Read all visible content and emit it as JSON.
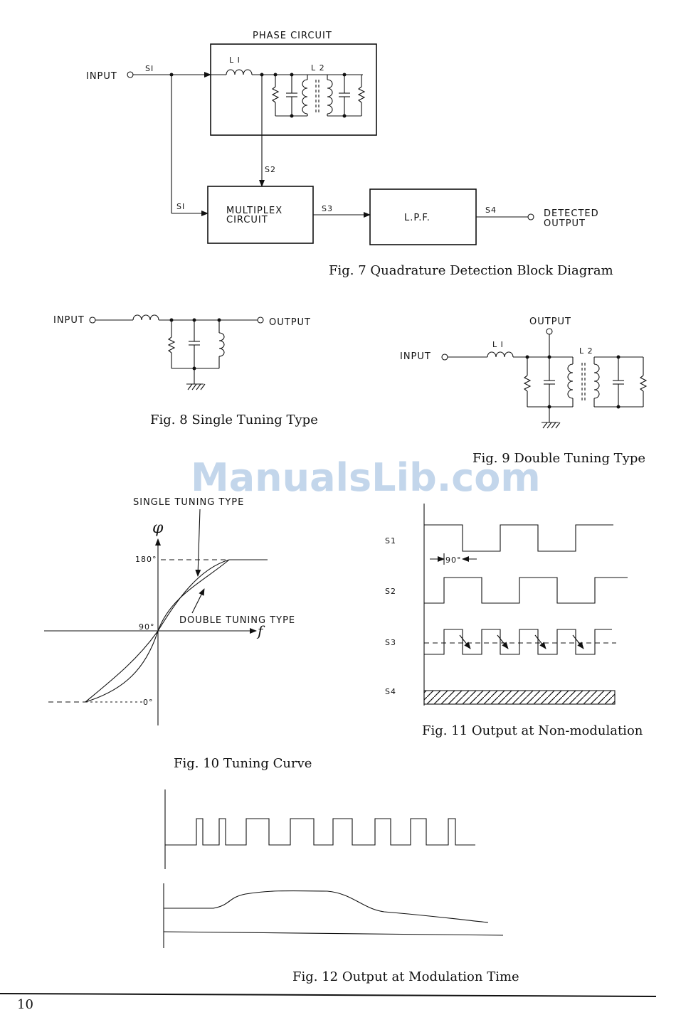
{
  "fig7": {
    "phase_circuit": "PHASE CIRCUIT",
    "l1": "L I",
    "l2": "L 2",
    "input": "INPUT",
    "s1_top": "SI",
    "s1_side": "SI",
    "s2": "S2",
    "s3": "S3",
    "s4": "S4",
    "multiplex_line1": "MULTIPLEX",
    "multiplex_line2": "CIRCUIT",
    "lpf": "L.P.F.",
    "detected_line1": "DETECTED",
    "detected_line2": "OUTPUT",
    "caption": "Fig. 7  Quadrature Detection Block Diagram"
  },
  "fig8": {
    "input": "INPUT",
    "output": "OUTPUT",
    "caption": "Fig. 8  Single Tuning Type"
  },
  "fig9": {
    "output": "OUTPUT",
    "input": "INPUT",
    "l1": "L I",
    "l2": "L 2",
    "caption": "Fig. 9  Double Tuning Type"
  },
  "watermark": "ManualsLib.com",
  "fig10": {
    "single_label": "SINGLE TUNING TYPE",
    "double_label": "DOUBLE TUNING TYPE",
    "phi": "φ",
    "f": "f",
    "tick_180": "180°",
    "tick_90": "90°",
    "tick_0": "0°",
    "caption": "Fig. 10  Tuning Curve"
  },
  "fig11": {
    "s1": "S1",
    "s2": "S2",
    "s3": "S3",
    "s4": "S4",
    "deg90": "90°",
    "caption": "Fig. 11  Output at Non-modulation"
  },
  "fig12": {
    "caption": "Fig. 12  Output at Modulation Time"
  },
  "page_number": "10"
}
